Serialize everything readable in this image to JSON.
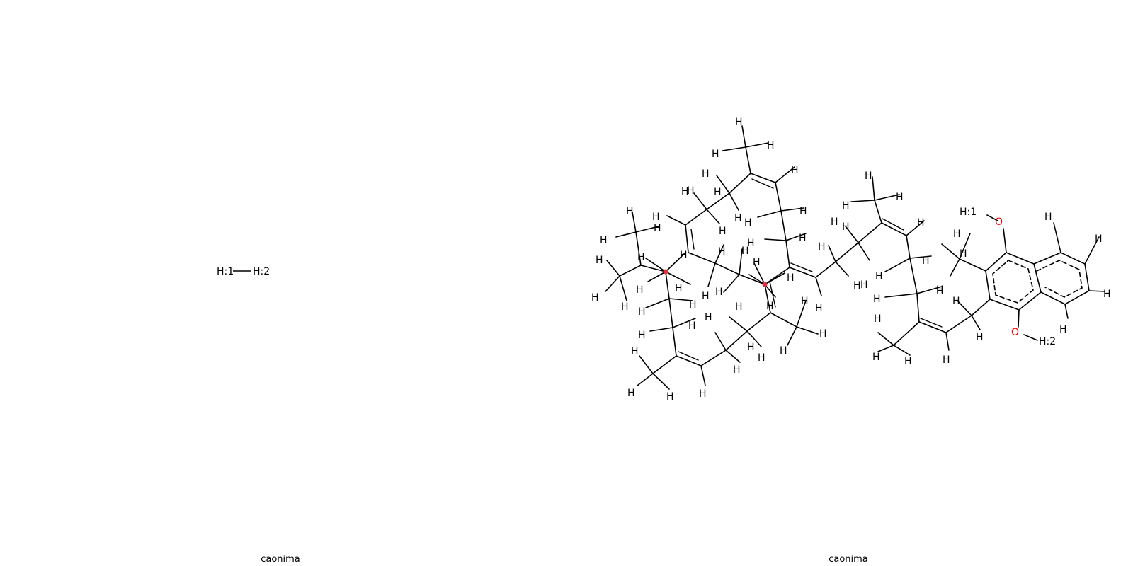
{
  "panels": [
    {
      "caption": "caonima",
      "atom_labels": [
        "H:1",
        "H:2"
      ]
    },
    {
      "caption": "caonima",
      "atom_labels": [
        "H:1",
        "O",
        "O",
        "H:2",
        "H"
      ]
    }
  ],
  "colors": {
    "bond": "#000000",
    "oxygen": "#ff0000",
    "highlight": "#e0303a",
    "background": "#ffffff"
  }
}
